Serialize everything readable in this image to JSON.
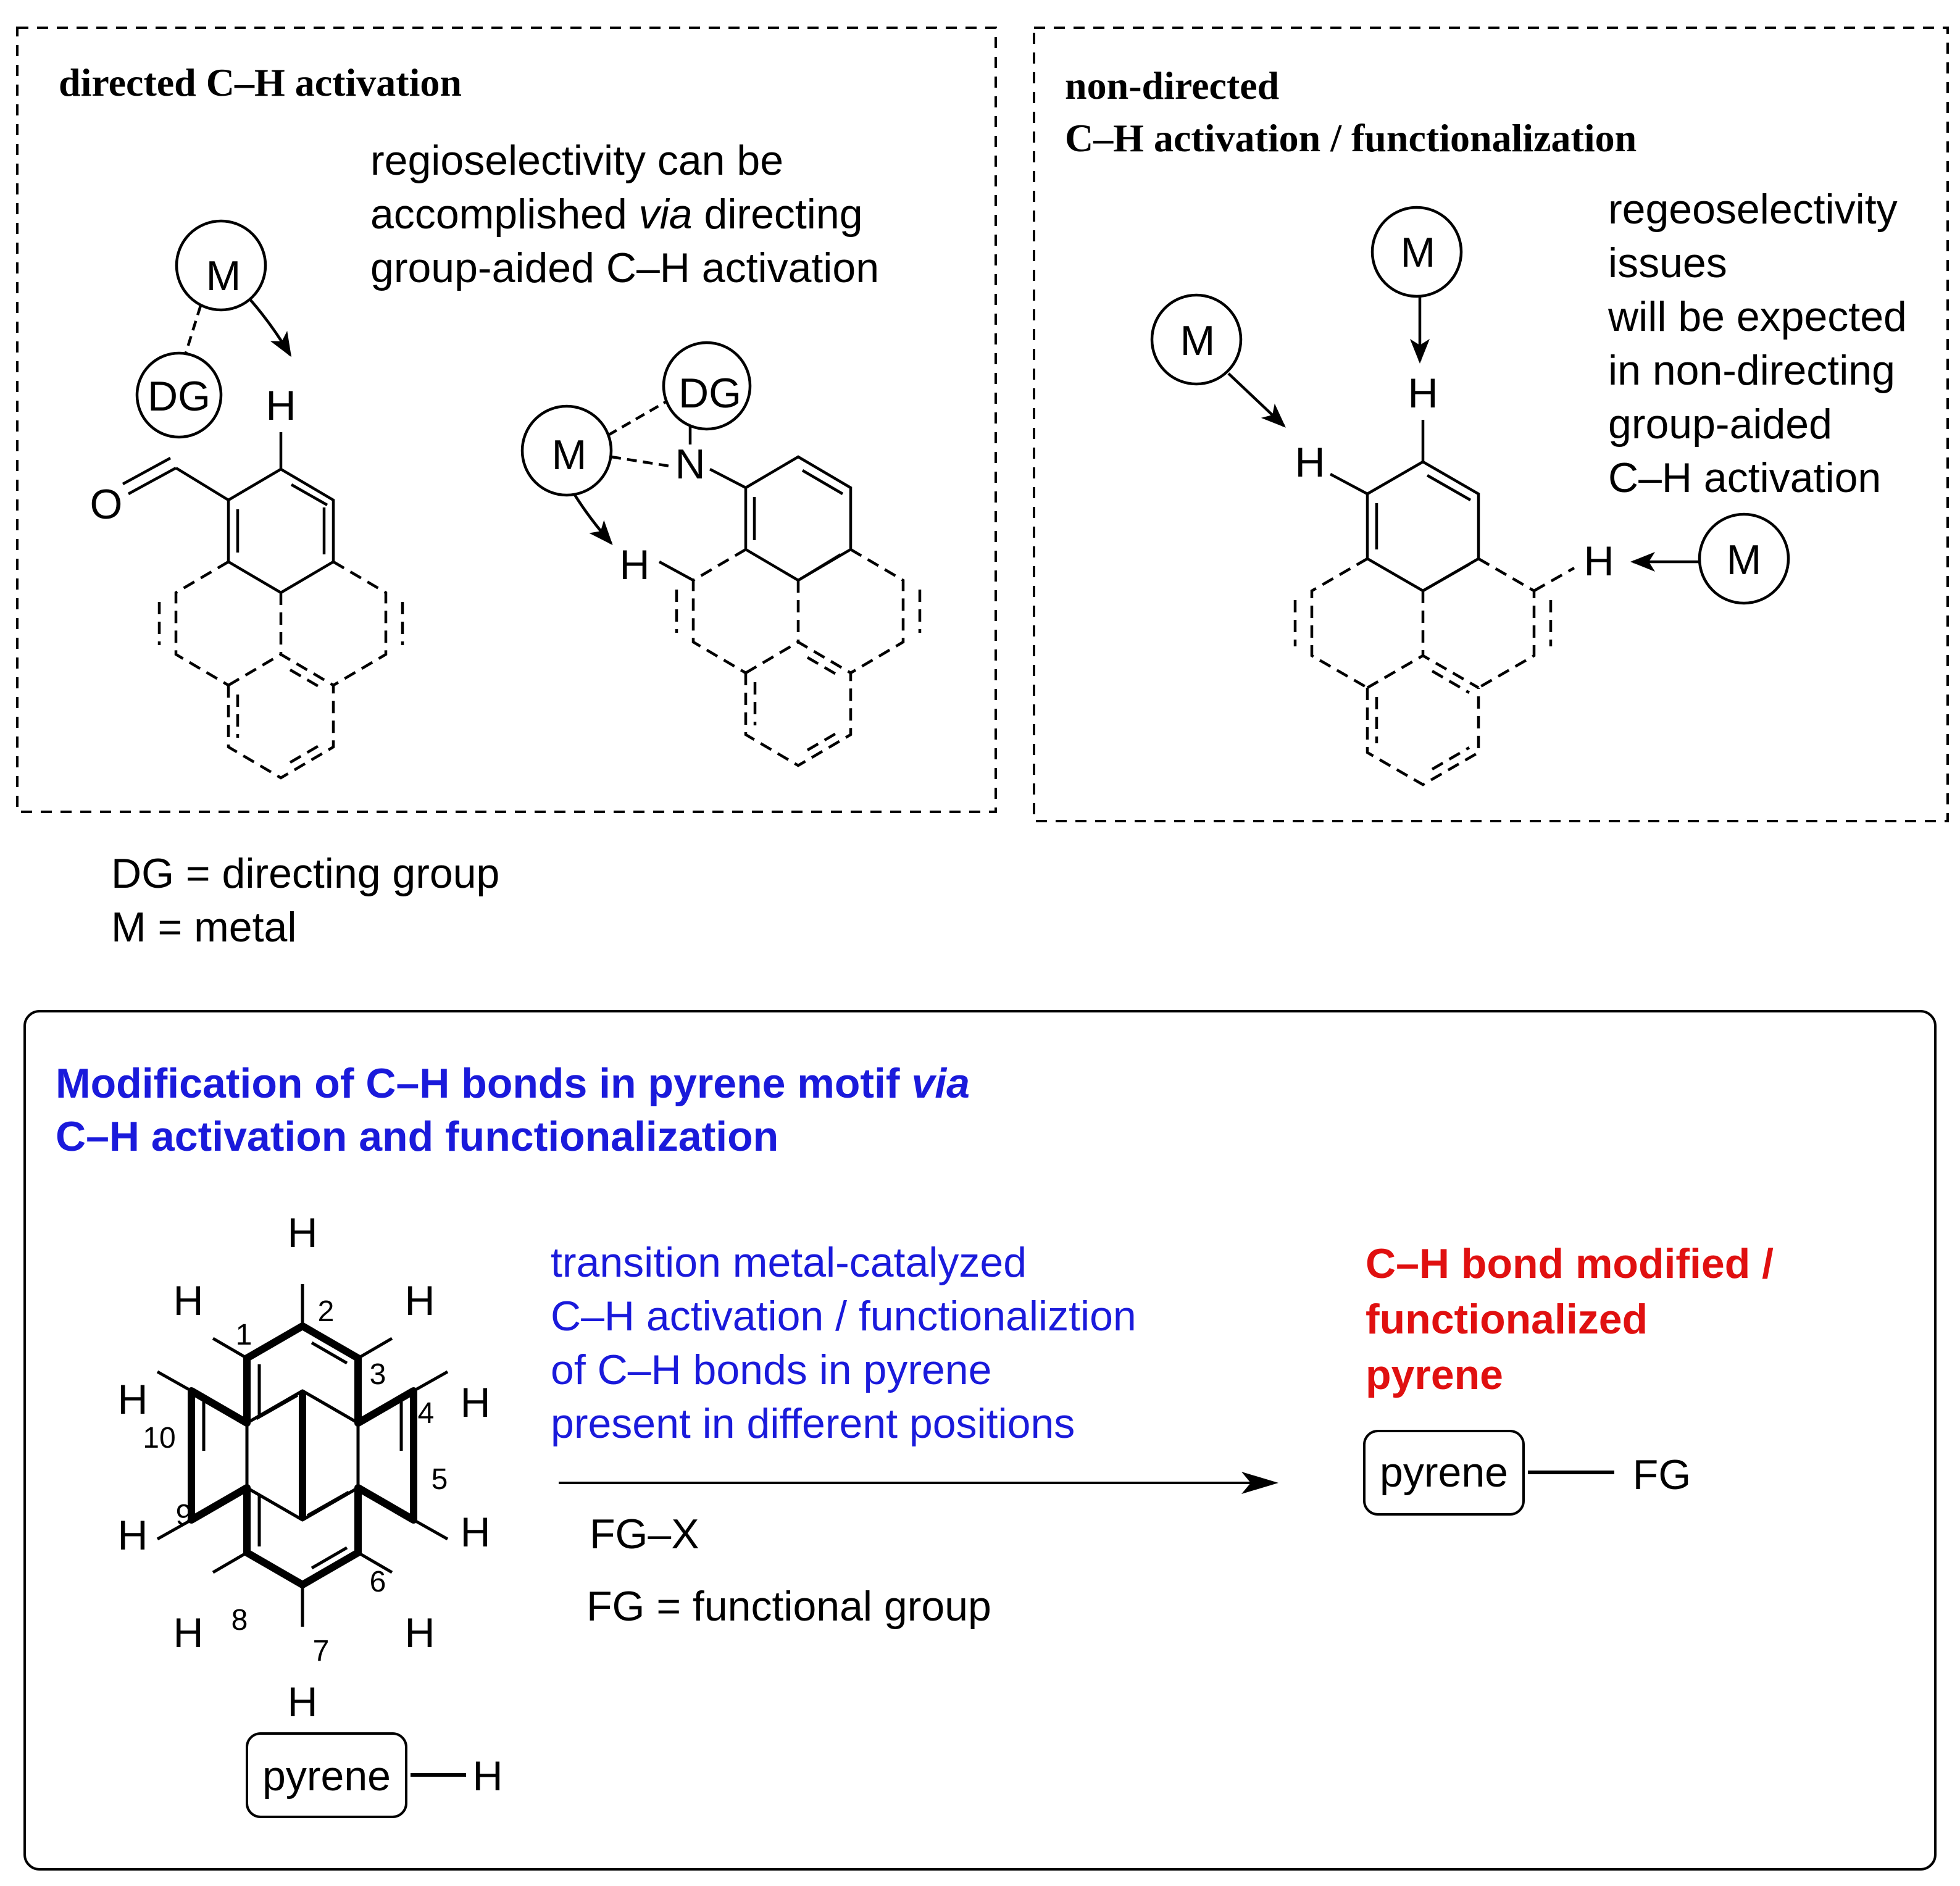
{
  "panels": {
    "directed": {
      "title": "directed C–H activation",
      "desc_lines": [
        "regioselectivity can be",
        "accomplished ",
        "via",
        " directing",
        "group-aided C–H activation"
      ],
      "labels": {
        "metal": "M",
        "dg": "DG",
        "hydrogen": "H",
        "oxygen": "O",
        "nitrogen": "N"
      }
    },
    "nondirected": {
      "title_lines": [
        "non-directed",
        "C–H activation / functionalization"
      ],
      "desc_lines": [
        "regeoselectivity",
        "issues",
        "will be expected",
        "in non-directing",
        "group-aided",
        "C–H activation"
      ],
      "labels": {
        "metal": "M",
        "hydrogen": "H"
      }
    }
  },
  "legend": {
    "dg": "DG = directing group",
    "m": "M = metal"
  },
  "bottom": {
    "title_line1": "Modification of C–H bonds in pyrene motif ",
    "title_italic": "via",
    "title_line2": "C–H activation and functionalization",
    "reaction_lines": [
      "transition metal-catalyzed",
      "C–H activation / functionaliztion",
      "of C–H bonds in pyrene",
      "present in different positions"
    ],
    "reagent": "FG–X",
    "fg_def": "FG = functional group",
    "product_lines": [
      "C–H bond modified /",
      "functionalized",
      "pyrene"
    ],
    "pyrene_box": "pyrene",
    "pyrene_h": "H",
    "fg": "FG",
    "positions": [
      "1",
      "2",
      "3",
      "4",
      "5",
      "6",
      "7",
      "8",
      "9",
      "10"
    ],
    "hydrogen": "H"
  },
  "colors": {
    "blue": "#1a1adb",
    "red": "#e01010",
    "black": "#000000"
  }
}
